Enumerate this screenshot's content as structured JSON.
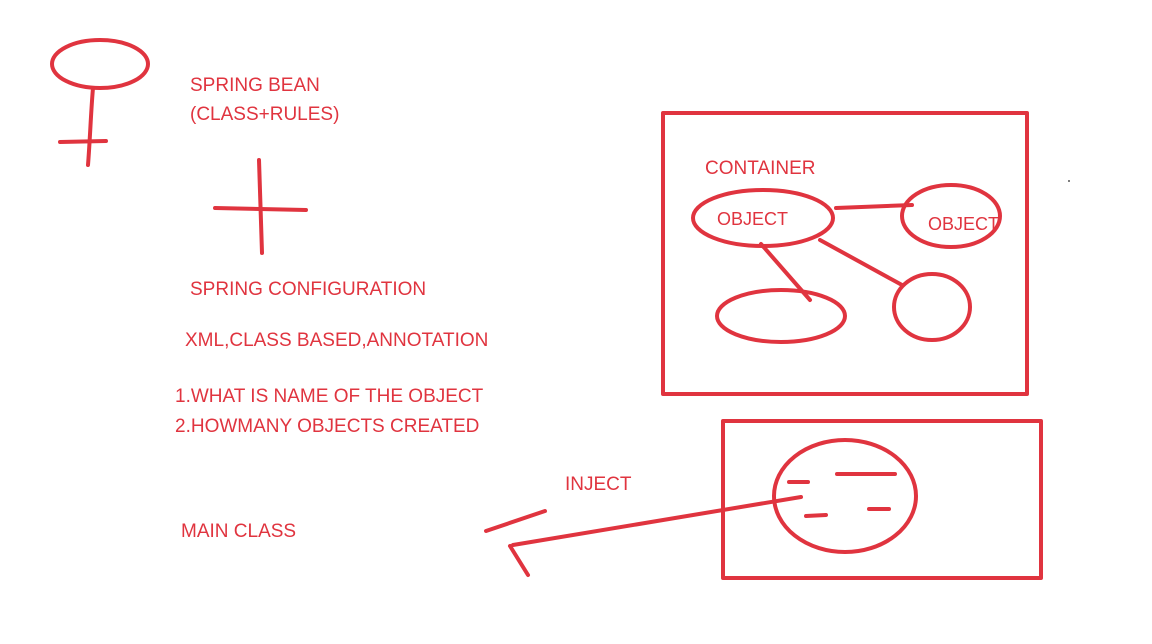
{
  "labels": {
    "spring_bean": "SPRING BEAN",
    "spring_bean_sub": "(CLASS+RULES)",
    "spring_configuration": "SPRING CONFIGURATION",
    "config_types": "XML,CLASS BASED,ANNOTATION",
    "question_1": "1.WHAT IS NAME OF THE OBJECT",
    "question_2": "2.HOWMANY OBJECTS CREATED",
    "main_class": "MAIN CLASS",
    "container": "CONTAINER",
    "object_1": "OBJECT",
    "object_2": "OBJECT",
    "inject": "INJECT"
  },
  "colors": {
    "ink": "#e0343f",
    "background": "#ffffff"
  }
}
